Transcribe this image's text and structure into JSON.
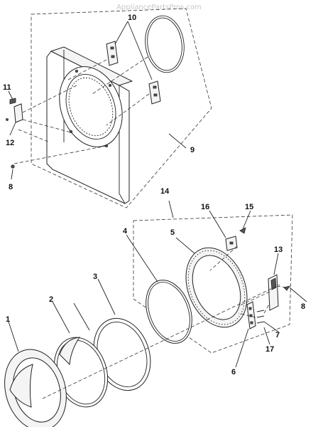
{
  "watermark": "AppliancePartsPros.com",
  "callouts": {
    "c1": "1",
    "c2": "2",
    "c3": "3",
    "c4": "4",
    "c5": "5",
    "c6": "6",
    "c7": "7",
    "c8a": "8",
    "c8b": "8",
    "c9": "9",
    "c10": "10",
    "c11": "11",
    "c12": "12",
    "c13": "13",
    "c14": "14",
    "c15": "15",
    "c16": "16",
    "c17": "17"
  }
}
